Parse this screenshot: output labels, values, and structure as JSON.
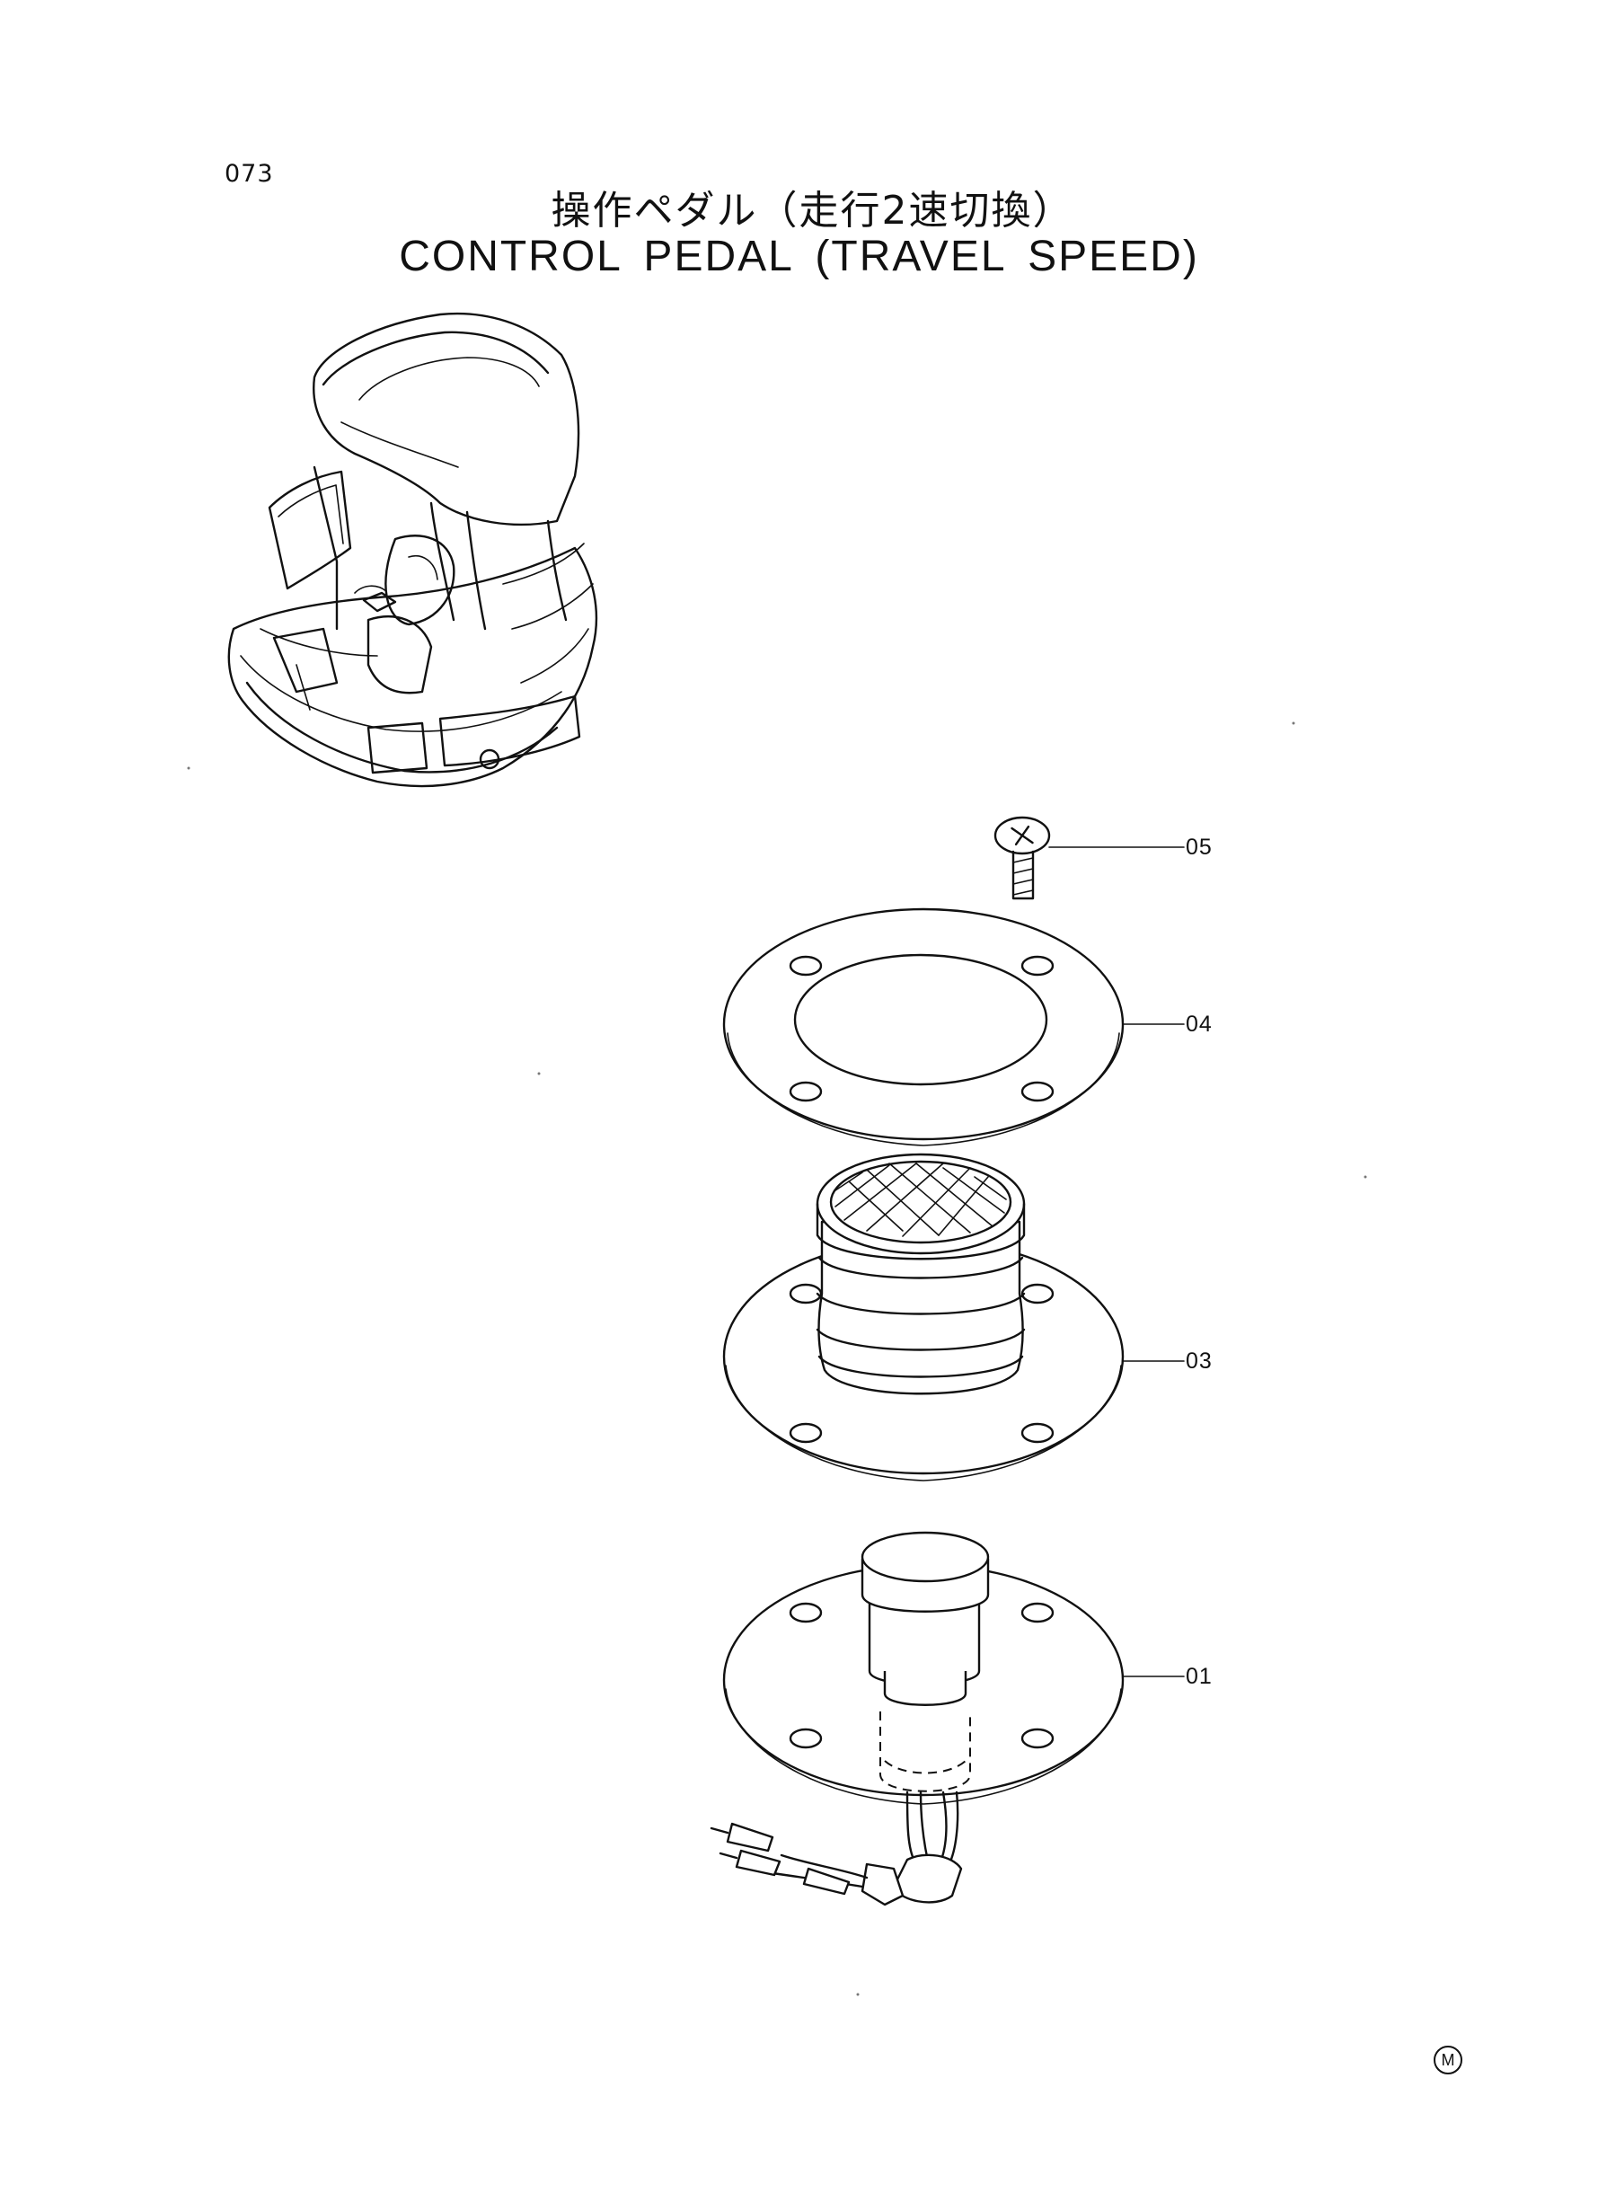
{
  "header": {
    "page_number": "073",
    "title_jp": "操作ペダル（走行2速切換）",
    "title_en": "CONTROL PEDAL (TRAVEL SPEED)"
  },
  "callouts": [
    {
      "part_no": "05",
      "description": ""
    },
    {
      "part_no": "04",
      "description": ""
    },
    {
      "part_no": "03",
      "description": ""
    },
    {
      "part_no": "01",
      "description": ""
    }
  ],
  "footer": {
    "mark": "M"
  }
}
